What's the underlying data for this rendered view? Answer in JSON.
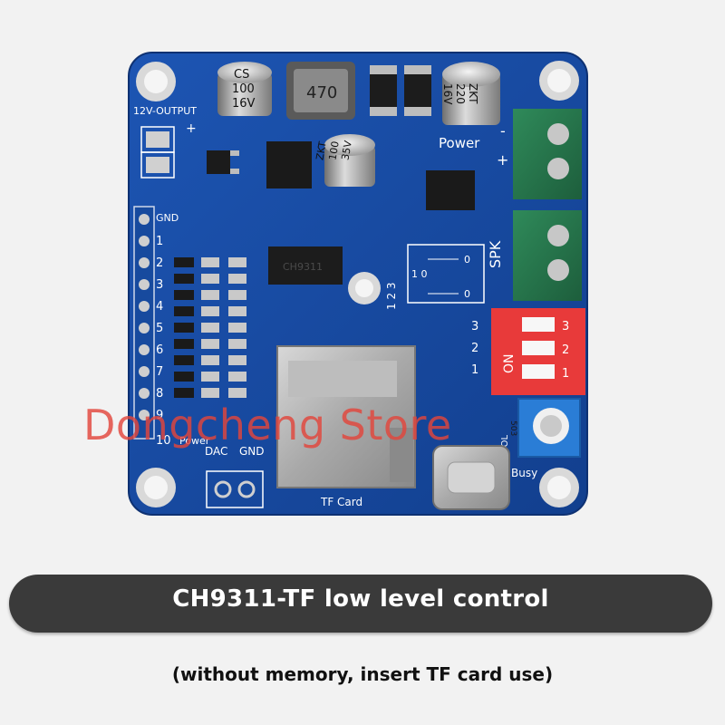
{
  "board": {
    "silkscreen": {
      "output_12v": "12V-OUTPUT",
      "plus": "+",
      "minus": "-",
      "gnd_left": "GND",
      "pins": [
        "1",
        "2",
        "3",
        "4",
        "5",
        "6",
        "7",
        "8",
        "9",
        "10"
      ],
      "power_left": "Power",
      "dac": "DAC",
      "gnd_bottom": "GND",
      "tf_card": "TF Card",
      "power_right": "Power",
      "spk": "SPK",
      "busy": "Busy",
      "vol": "VOL",
      "mode_123": "1 2 3",
      "mode_10": "1 0",
      "mode_0a": "0",
      "mode_0b": "0",
      "dip_on": "ON",
      "dip_num": [
        "3",
        "2",
        "1"
      ],
      "dip_side": [
        "1",
        "2",
        "3"
      ]
    },
    "components": {
      "cap1": [
        "CS",
        "100",
        "16V"
      ],
      "inductor": "470",
      "cap2": [
        "ZKT",
        "220",
        "16V"
      ],
      "cap3": [
        "ZKT",
        "100",
        "35V"
      ],
      "chip": "CH9311",
      "pot": "503"
    }
  },
  "watermark": "Dongcheng Store",
  "banner_title": "CH9311-TF low level control",
  "subtitle": "(without memory, insert TF card use)"
}
